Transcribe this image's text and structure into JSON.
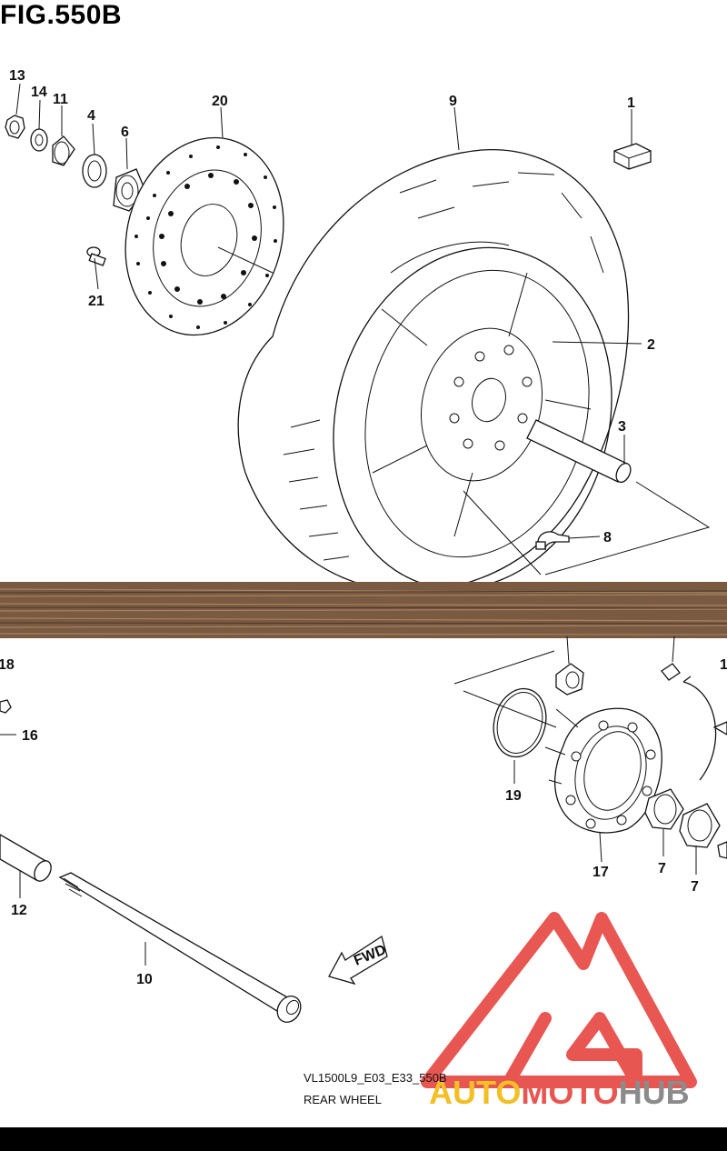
{
  "figure": {
    "title": "FIG.550B",
    "model_code": "VL1500L9_E03_E33_550B",
    "caption": "REAR WHEEL",
    "fwd_label": "FWD"
  },
  "callouts": [
    "13",
    "14",
    "11",
    "4",
    "6",
    "20",
    "21",
    "9",
    "1",
    "2",
    "3",
    "8",
    "18",
    "16",
    "19",
    "17",
    "7",
    "7",
    "12",
    "10",
    "1"
  ],
  "watermark": {
    "part1": "AUTO",
    "part2": "MOTO",
    "part3": "HUB",
    "colors": {
      "auto": "#f0b400",
      "moto": "#e53935",
      "hub": "#777777",
      "triangle": "#e53935"
    }
  },
  "colors": {
    "wood_divider": "#7a5a40",
    "ink": "#111111"
  }
}
